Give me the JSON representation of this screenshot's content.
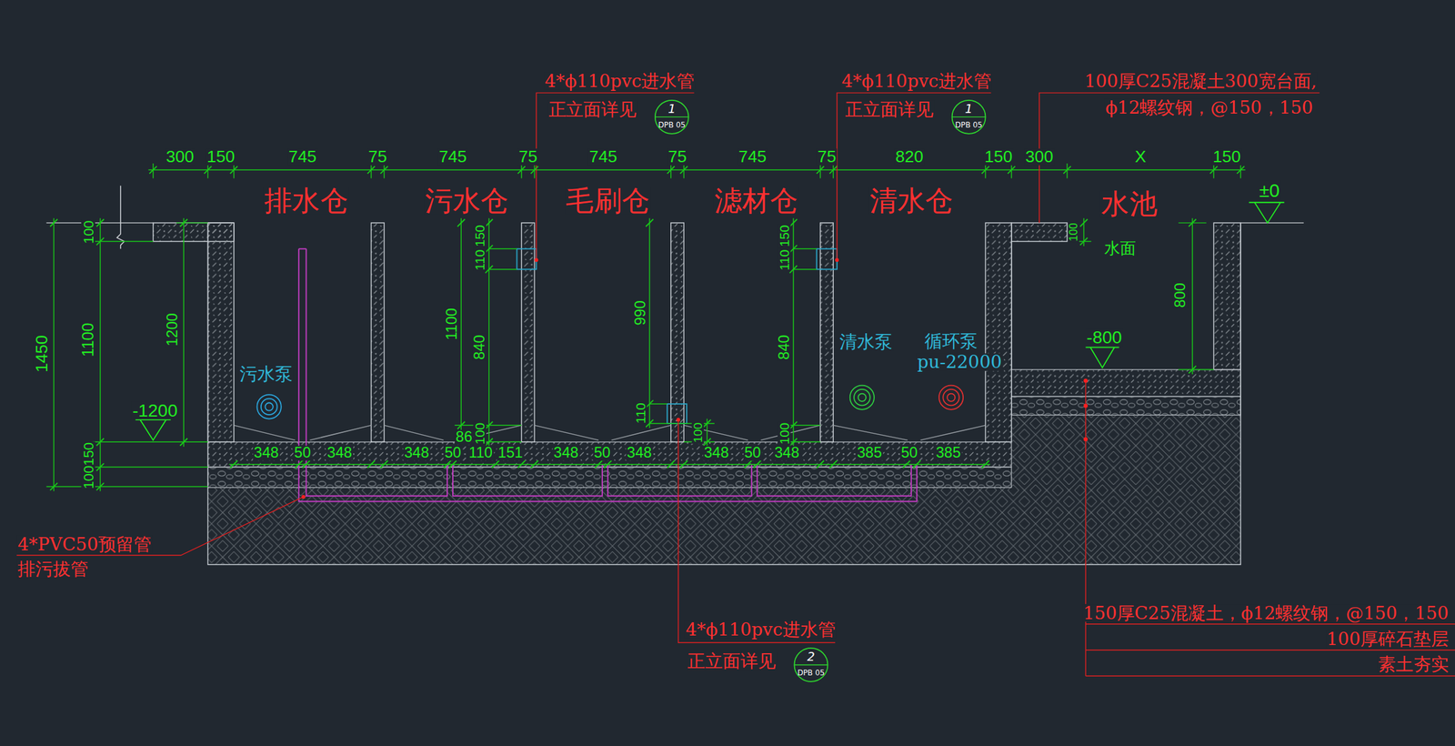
{
  "diagram": {
    "nodes": [
      {
        "text": [
          "1",
          "DPB 05"
        ]
      },
      {
        "text": [
          "1",
          "DPB 05"
        ]
      },
      {
        "text": [
          "污水泵"
        ]
      },
      {
        "text": [
          "清水泵"
        ]
      },
      {
        "text": [
          "循环泵",
          "pu-22000"
        ]
      },
      {
        "text": [
          "2",
          "DPB 05"
        ]
      }
    ],
    "labels": [
      "300",
      "150",
      "745",
      "75",
      "745",
      "75",
      "745",
      "75",
      "745",
      "75",
      "820",
      "150",
      "300",
      "X",
      "150",
      "排水仓",
      "污水仓",
      "毛刷仓",
      "滤材仓",
      "清水仓",
      "水池",
      "4*ϕ110pvc进水管",
      "正立面详见",
      "4*ϕ110pvc进水管",
      "正立面详见",
      "100厚C25混凝土300宽台面,",
      "ϕ12螺纹钢，@150，150",
      "±0",
      "100",
      "水面",
      "800",
      "-800",
      "1450",
      "100",
      "1100",
      "150",
      "100",
      "1200",
      "-1200",
      "150",
      "110",
      "1100",
      "840",
      "100",
      "86",
      "990",
      "110",
      "100",
      "150",
      "110",
      "840",
      "100",
      "348",
      "50",
      "348",
      "348",
      "50",
      "110",
      "151",
      "348",
      "50",
      "348",
      "348",
      "50",
      "348",
      "385",
      "50",
      "385",
      "4*PVC50预留管",
      "排污拔管",
      "4*ϕ110pvc进水管",
      "正立面详见",
      "150厚C25混凝土，ϕ12螺纹钢，@150，150",
      "100厚碎石垫层",
      "素土夯实"
    ]
  }
}
